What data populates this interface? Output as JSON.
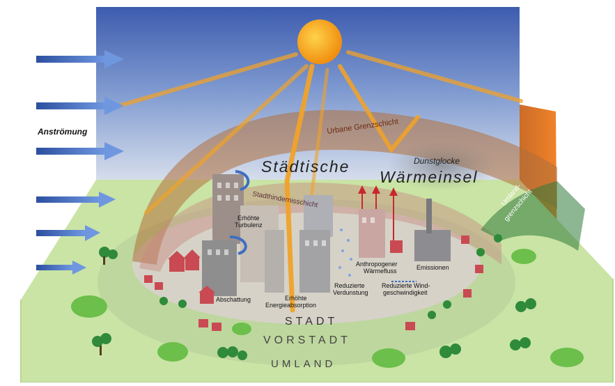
{
  "labels": {
    "anstroemung": "Anströmung",
    "urbane_grenzschicht": "Urbane Grenzschicht",
    "dunstglocke": "Dunstglocke",
    "staedtische": "Städtische",
    "waermeinsel": "Wärmeinsel",
    "stadthindernisschicht": "Stadthindernisschicht",
    "umland_grenzschicht_1": "Umland-",
    "umland_grenzschicht_2": "grenzschicht",
    "erhoehte_turbulenz_1": "Erhöhte",
    "erhoehte_turbulenz_2": "Turbulenz",
    "abschattung": "Abschattung",
    "erhoehte_energie_1": "Erhöhte",
    "erhoehte_energie_2": "Energieabsorption",
    "reduzierte_verdunstung_1": "Reduzierte",
    "reduzierte_verdunstung_2": "Verdunstung",
    "anthropogener_1": "Anthropogener",
    "anthropogener_2": "Wärmefluss",
    "emissionen": "Emissionen",
    "reduzierte_wind_1": "Reduzierte Wind-",
    "reduzierte_wind_2": "geschwindigkeit",
    "stadt": "STADT",
    "vorstadt": "VORSTADT",
    "umland": "UMLAND"
  },
  "colors": {
    "sky_top": "#3f5fb0",
    "sky_bottom": "#dbe3ef",
    "ground": "#c9e4a5",
    "boundary_layer": "#b0703a",
    "sun": "#f4a316",
    "sun_rays": "#f0a22a",
    "wind_arrow": "#3f6ec2",
    "side_orange": "#f07b1e"
  }
}
